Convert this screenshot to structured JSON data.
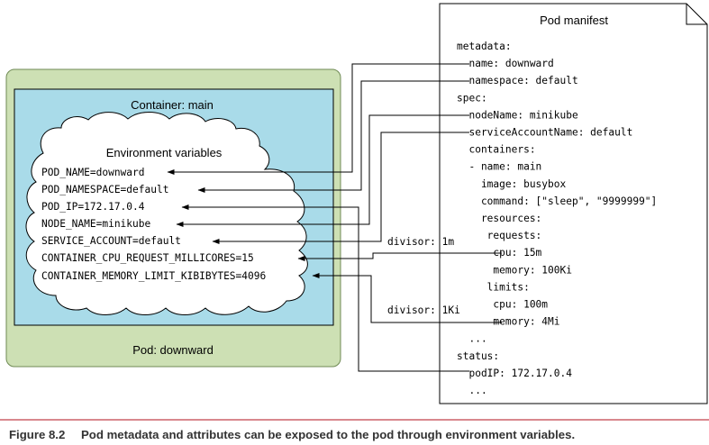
{
  "pod_box": {
    "label": "Pod: downward"
  },
  "container_box": {
    "label": "Container: main"
  },
  "env_cloud": {
    "title": "Environment variables",
    "vars": [
      "POD_NAME=downward",
      "POD_NAMESPACE=default",
      "POD_IP=172.17.0.4",
      "NODE_NAME=minikube",
      "SERVICE_ACCOUNT=default",
      "CONTAINER_CPU_REQUEST_MILLICORES=15",
      "CONTAINER_MEMORY_LIMIT_KIBIBYTES=4096"
    ]
  },
  "manifest": {
    "title": "Pod manifest",
    "lines": [
      "metadata:",
      "  name: downward",
      "  namespace: default",
      "spec:",
      "  nodeName: minikube",
      "  serviceAccountName: default",
      "  containers:",
      "  - name: main",
      "    image: busybox",
      "    command: [\"sleep\", \"9999999\"]",
      "    resources:",
      "     requests:",
      "      cpu: 15m",
      "      memory: 100Ki",
      "     limits:",
      "      cpu: 100m",
      "      memory: 4Mi",
      "  ...",
      "status:",
      "  podIP: 172.17.0.4",
      "  ..."
    ]
  },
  "divisor_labels": {
    "cpu": "divisor: 1m",
    "memory": "divisor: 1Ki"
  },
  "caption": {
    "figure": "Figure 8.2",
    "text": "Pod metadata and attributes can be exposed to the pod through environment variables."
  },
  "colors": {
    "pod_fill": "#cde0b4",
    "pod_stroke": "#6f8a54",
    "container_fill": "#a9dbe9",
    "caption_rule": "#b3101d"
  }
}
